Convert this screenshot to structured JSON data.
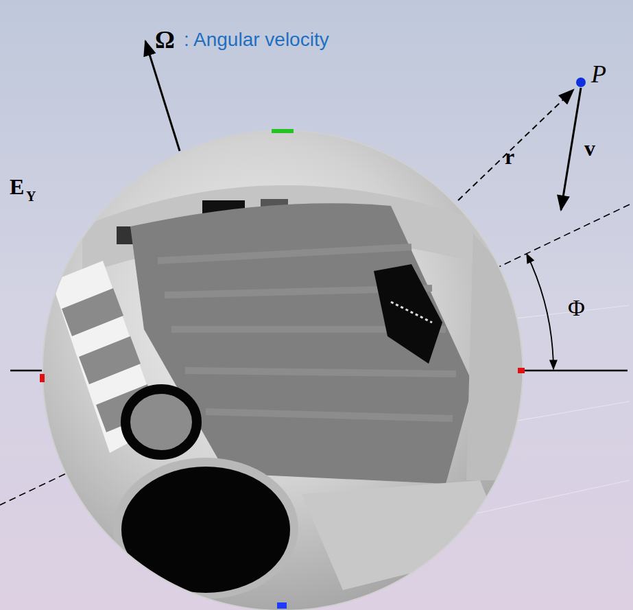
{
  "diagram": {
    "labels": [
      "Ω",
      ": Angular velocity",
      "E",
      "Y",
      "P",
      "r",
      "v",
      "Φ"
    ]
  }
}
